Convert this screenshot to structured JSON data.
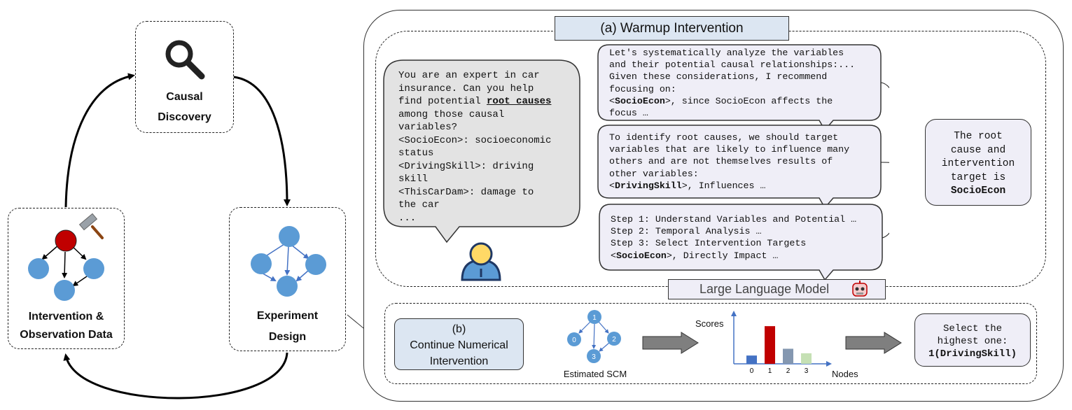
{
  "cycle": {
    "causal_discovery": [
      "Causal",
      "Discovery"
    ],
    "experiment_design": [
      "Experiment",
      "Design"
    ],
    "intervention_data": [
      "Intervention &",
      "Observation Data"
    ]
  },
  "warmup": {
    "title": "(a) Warmup Intervention",
    "prompt": {
      "line1": "You are an expert in car\ninsurance. Can you help\nfind potential ",
      "emph": "root causes",
      "line2": "\namong those causal\nvariables?\n<SocioEcon>: socioeconomic\nstatus\n<DrivingSkill>: driving\nskill\n<ThisCarDam>: damage to\nthe car\n..."
    },
    "responses": [
      {
        "pre": "Let's systematically analyze the variables\nand their potential causal relationships:...\nGiven these considerations, I recommend\nfocusing on:\n<",
        "bold": "SocioEcon",
        "post": ">, since SocioEcon affects the\nfocus …"
      },
      {
        "pre": "To identify root causes, we should target\nvariables that are likely to influence many\nothers and are not themselves results of\nother variables:\n<",
        "bold": "DrivingSkill",
        "post": ">, Influences …"
      },
      {
        "pre": "Step 1: Understand Variables and Potential …\nStep 2: Temporal Analysis …\nStep 3: Select Intervention Targets\n<",
        "bold": "SocioEcon",
        "post": ">, Directly Impact …"
      }
    ],
    "conclusion": {
      "text": "The root\ncause and\nintervention\ntarget is",
      "bold": "SocioEcon"
    },
    "llm_label": "Large Language Model"
  },
  "numerical": {
    "label": [
      "(b)",
      "Continue Numerical",
      "Intervention"
    ],
    "scm_caption": "Estimated SCM",
    "scm_nodes": [
      "1",
      "0",
      "2",
      "3"
    ],
    "scores_label": "Scores",
    "nodes_label": "Nodes",
    "result": {
      "text": "Select the\nhighest one:",
      "bold": "1(DrivingSkill)"
    }
  },
  "chart_data": {
    "type": "bar",
    "categories": [
      "0",
      "1",
      "2",
      "3"
    ],
    "values": [
      0.22,
      1.0,
      0.4,
      0.28
    ],
    "colors": [
      "#4472c4",
      "#c00000",
      "#8497b0",
      "#c5e0b4"
    ],
    "title": "",
    "xlabel": "Nodes",
    "ylabel": "Scores",
    "ylim": [
      0,
      1.3
    ]
  },
  "colors": {
    "node": "#5b9bd5",
    "root_node": "#c00000",
    "label_box": "#dce6f2",
    "bubble": "#efeef7"
  }
}
